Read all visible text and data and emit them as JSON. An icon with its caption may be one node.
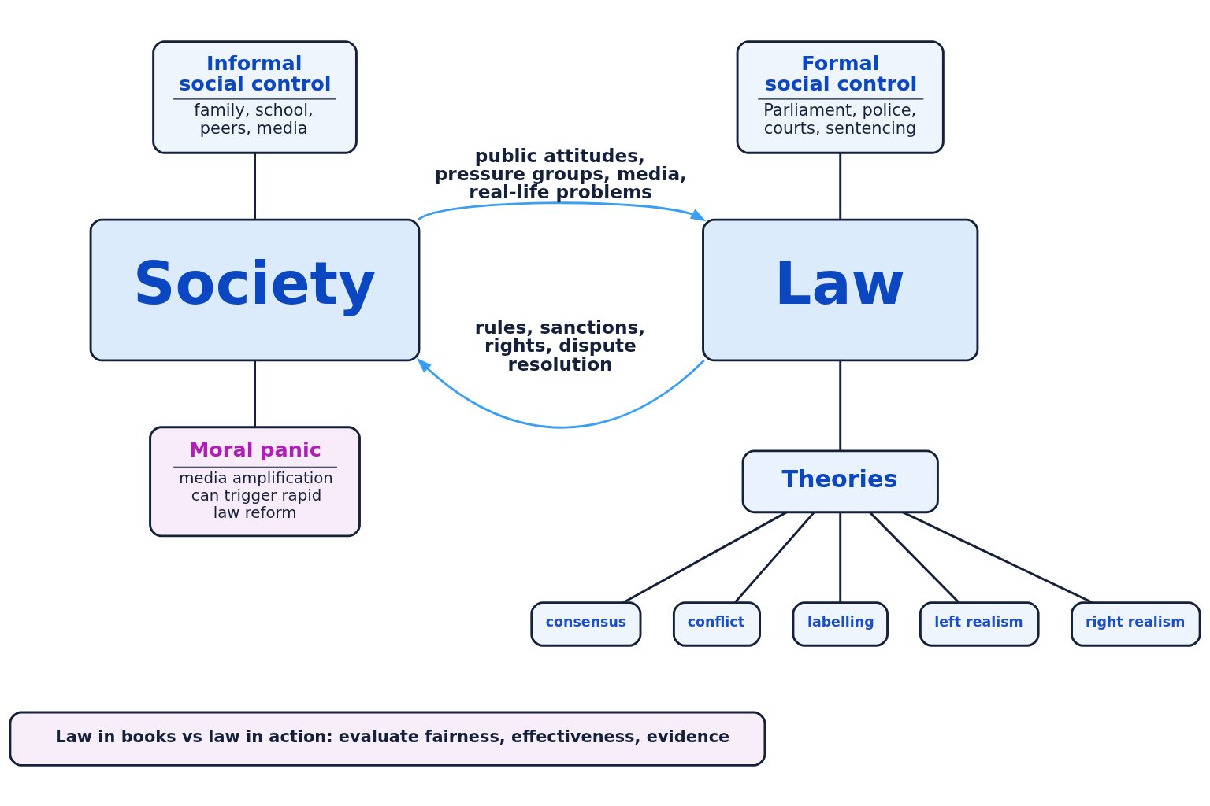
{
  "diagram": {
    "nodes": [
      {
        "text": [
          "Informal social control",
          "family, school, peers, media"
        ]
      },
      {
        "text": [
          "Formal social control",
          "Parliament, police, courts, sentencing"
        ]
      },
      {
        "text": [
          "Society"
        ]
      },
      {
        "text": [
          "Law"
        ]
      },
      {
        "text": [
          "Moral panic",
          "media amplification can trigger rapid law reform"
        ]
      },
      {
        "text": [
          "Theories"
        ]
      },
      {
        "text": [
          "consensus"
        ]
      },
      {
        "text": [
          "conflict"
        ]
      },
      {
        "text": [
          "labelling"
        ]
      },
      {
        "text": [
          "left realism"
        ]
      },
      {
        "text": [
          "right realism"
        ]
      },
      {
        "text": [
          "Law in books vs law in action: evaluate fairness, effectiveness, evidence"
        ]
      }
    ],
    "edges": [
      {
        "from": 0,
        "to": 2,
        "arrow": "none"
      },
      {
        "from": 1,
        "to": 3,
        "arrow": "none"
      },
      {
        "from": 2,
        "to": 3,
        "arrow": "to",
        "label": "public attitudes, pressure groups, media, real-life problems",
        "color": "#3a9ff0"
      },
      {
        "from": 3,
        "to": 2,
        "arrow": "to",
        "label": "rules, sanctions, rights, dispute resolution",
        "color": "#3a9ff0"
      },
      {
        "from": 2,
        "to": 4,
        "arrow": "none"
      },
      {
        "from": 3,
        "to": 5,
        "arrow": "none"
      },
      {
        "from": 5,
        "to": 6,
        "arrow": "none"
      },
      {
        "from": 5,
        "to": 7,
        "arrow": "none"
      },
      {
        "from": 5,
        "to": 8,
        "arrow": "none"
      },
      {
        "from": 5,
        "to": 9,
        "arrow": "none"
      },
      {
        "from": 5,
        "to": 10,
        "arrow": "none"
      }
    ]
  }
}
